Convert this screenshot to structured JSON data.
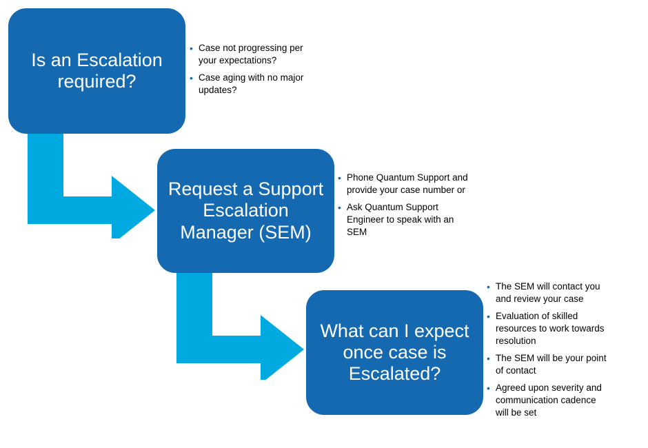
{
  "diagram": {
    "type": "flowchart",
    "title": "",
    "colors": {
      "node_fill": "#1569b0",
      "node_text": "#ffffff",
      "arrow_fill": "#00a9e0",
      "bullet_marker": "#1569b0",
      "body_text": "#000000",
      "background": "#ffffff"
    },
    "nodes": [
      {
        "id": "node-1",
        "label": "Is an Escalation required?",
        "bullets": [
          "Case not progressing per your expectations?",
          "Case aging with no major updates?"
        ]
      },
      {
        "id": "node-2",
        "label": "Request a Support Escalation Manager (SEM)",
        "bullets": [
          "Phone Quantum Support and provide your case number or",
          "Ask Quantum Support Engineer to speak with an SEM"
        ]
      },
      {
        "id": "node-3",
        "label": "What can I expect once case is Escalated?",
        "bullets": [
          "The SEM will contact you and review your case",
          "Evaluation of skilled resources to work towards resolution",
          "The SEM will be your point of contact",
          "Agreed upon severity and communication cadence will be set"
        ]
      }
    ],
    "connectors": [
      {
        "id": "arrow-1",
        "from": "node-1",
        "to": "node-2",
        "shape": "bent-right-arrow"
      },
      {
        "id": "arrow-2",
        "from": "node-2",
        "to": "node-3",
        "shape": "bent-right-arrow"
      }
    ]
  }
}
